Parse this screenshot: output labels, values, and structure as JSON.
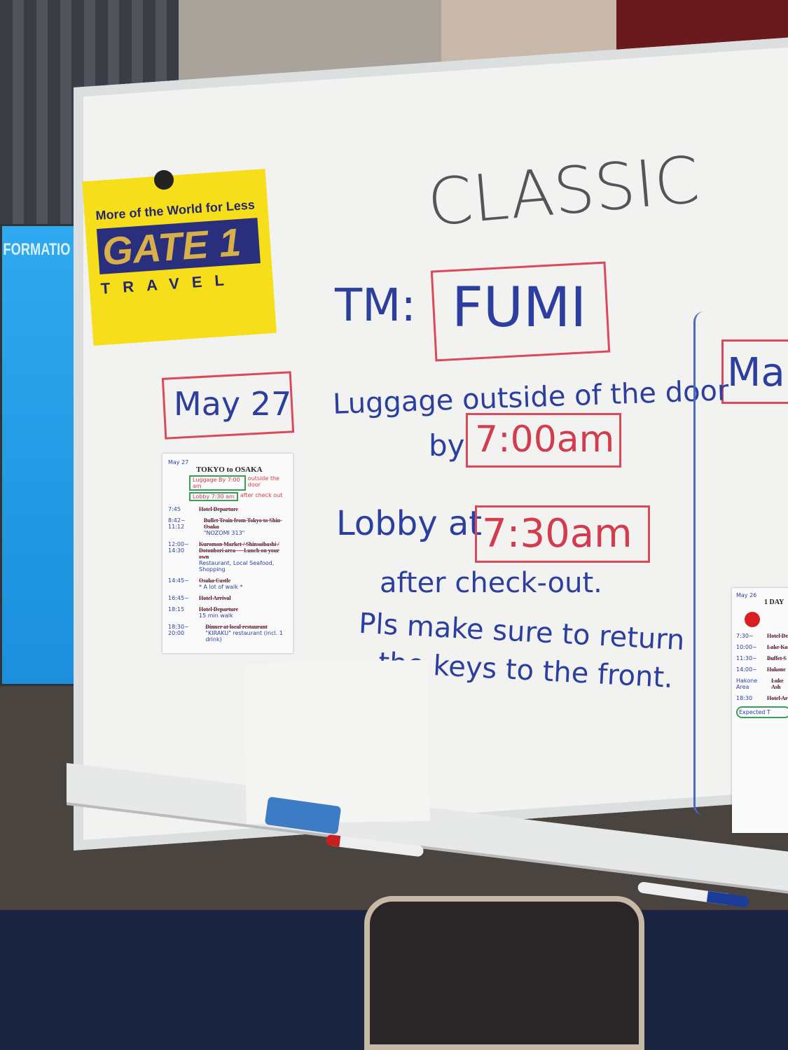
{
  "screen": {
    "title": "FORMATIO"
  },
  "sticker": {
    "tagline": "More of the World for Less",
    "brand": "GATE 1",
    "sub": "TRAVEL"
  },
  "board": {
    "title": "CLASSIC",
    "tm_label": "TM:",
    "tm_name": "FUMI",
    "date_left": "May 27",
    "date_right": "Ma",
    "luggage_line": "Luggage outside of the door",
    "by_label": "by",
    "luggage_time": "7:00am",
    "lobby_label": "Lobby at",
    "lobby_time": "7:30am",
    "after_checkout": "after check-out.",
    "keys_line1": "Pls make sure to return",
    "keys_line2": "the keys to the front."
  },
  "itinerary_left": {
    "date": "May 27",
    "title": "TOKYO to OSAKA",
    "luggage": "Luggage By 7:00 am",
    "luggage_note": "outside the door",
    "lobby": "Lobby 7:30 am",
    "lobby_note": "after check out",
    "items": [
      {
        "time": "7:45",
        "event": "Hotel Departure",
        "note": ""
      },
      {
        "time": "8:42~ 11:12",
        "event": "Bullet Train from Tokyo to Shin-Osaka",
        "note": "\"NOZOMI 313\""
      },
      {
        "time": "12:00~ 14:30",
        "event": "Kuromon Market / Shinsaibashi / Dotonbori area — Lunch on your own",
        "note": "Restaurant, Local Seafood, Shopping"
      },
      {
        "time": "14:45~",
        "event": "Osaka Castle",
        "note": "* A lot of walk *"
      },
      {
        "time": "16:45~",
        "event": "Hotel Arrival",
        "note": ""
      },
      {
        "time": "18:15",
        "event": "Hotel Departure",
        "note": "15 min walk"
      },
      {
        "time": "18:30~ 20:00",
        "event": "Dinner at local restaurant",
        "note": "\"KIRAKU\" restaurant (incl. 1 drink)"
      }
    ]
  },
  "itinerary_right": {
    "date": "May 26",
    "title": "1 DAY",
    "items": [
      {
        "time": "7:30~",
        "event": "Hotel De"
      },
      {
        "time": "10:00~",
        "event": "Lake Ka"
      },
      {
        "time": "11:30~",
        "event": "Buffet S"
      },
      {
        "time": "14:00~",
        "event": "Hakone"
      },
      {
        "time": "Hakone Area",
        "event": "Lake Ash"
      },
      {
        "time": "18:30",
        "event": "Hotel Ar"
      }
    ],
    "footer": "Expected T"
  }
}
